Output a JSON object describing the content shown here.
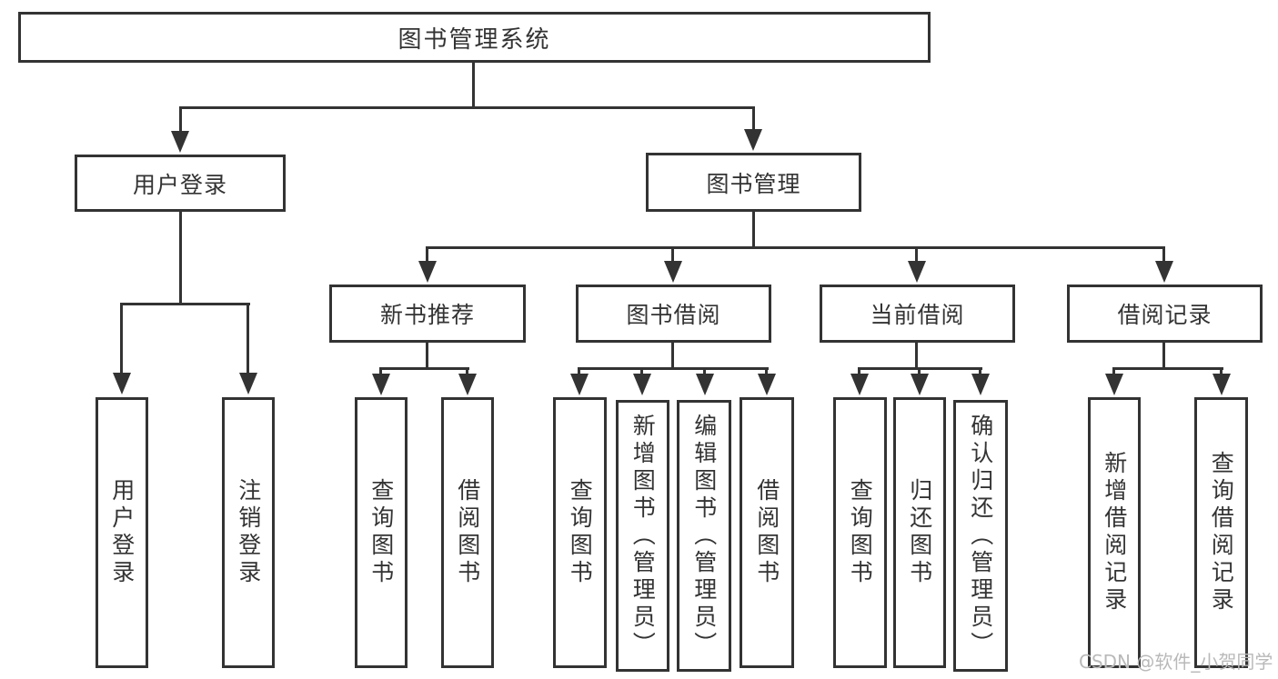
{
  "colors": {
    "line": "#333333",
    "text": "#333333",
    "watermark": "#b9b9b9",
    "background": "#ffffff"
  },
  "watermark": "CSDN @软件_小贺同学",
  "tree": {
    "root": {
      "label": "图书管理系统"
    },
    "branches": [
      {
        "label": "用户登录",
        "leaves": [
          {
            "label": "用户登录"
          },
          {
            "label": "注销登录"
          }
        ]
      },
      {
        "label": "图书管理",
        "groups": [
          {
            "label": "新书推荐",
            "leaves": [
              {
                "label": "查询图书"
              },
              {
                "label": "借阅图书"
              }
            ]
          },
          {
            "label": "图书借阅",
            "leaves": [
              {
                "label": "查询图书"
              },
              {
                "label": "新增图书（管理员）"
              },
              {
                "label": "编辑图书（管理员）"
              },
              {
                "label": "借阅图书"
              }
            ]
          },
          {
            "label": "当前借阅",
            "leaves": [
              {
                "label": "查询图书"
              },
              {
                "label": "归还图书"
              },
              {
                "label": "确认归还（管理员）"
              }
            ]
          },
          {
            "label": "借阅记录",
            "leaves": [
              {
                "label": "新增借阅记录"
              },
              {
                "label": "查询借阅记录"
              }
            ]
          }
        ]
      }
    ]
  }
}
